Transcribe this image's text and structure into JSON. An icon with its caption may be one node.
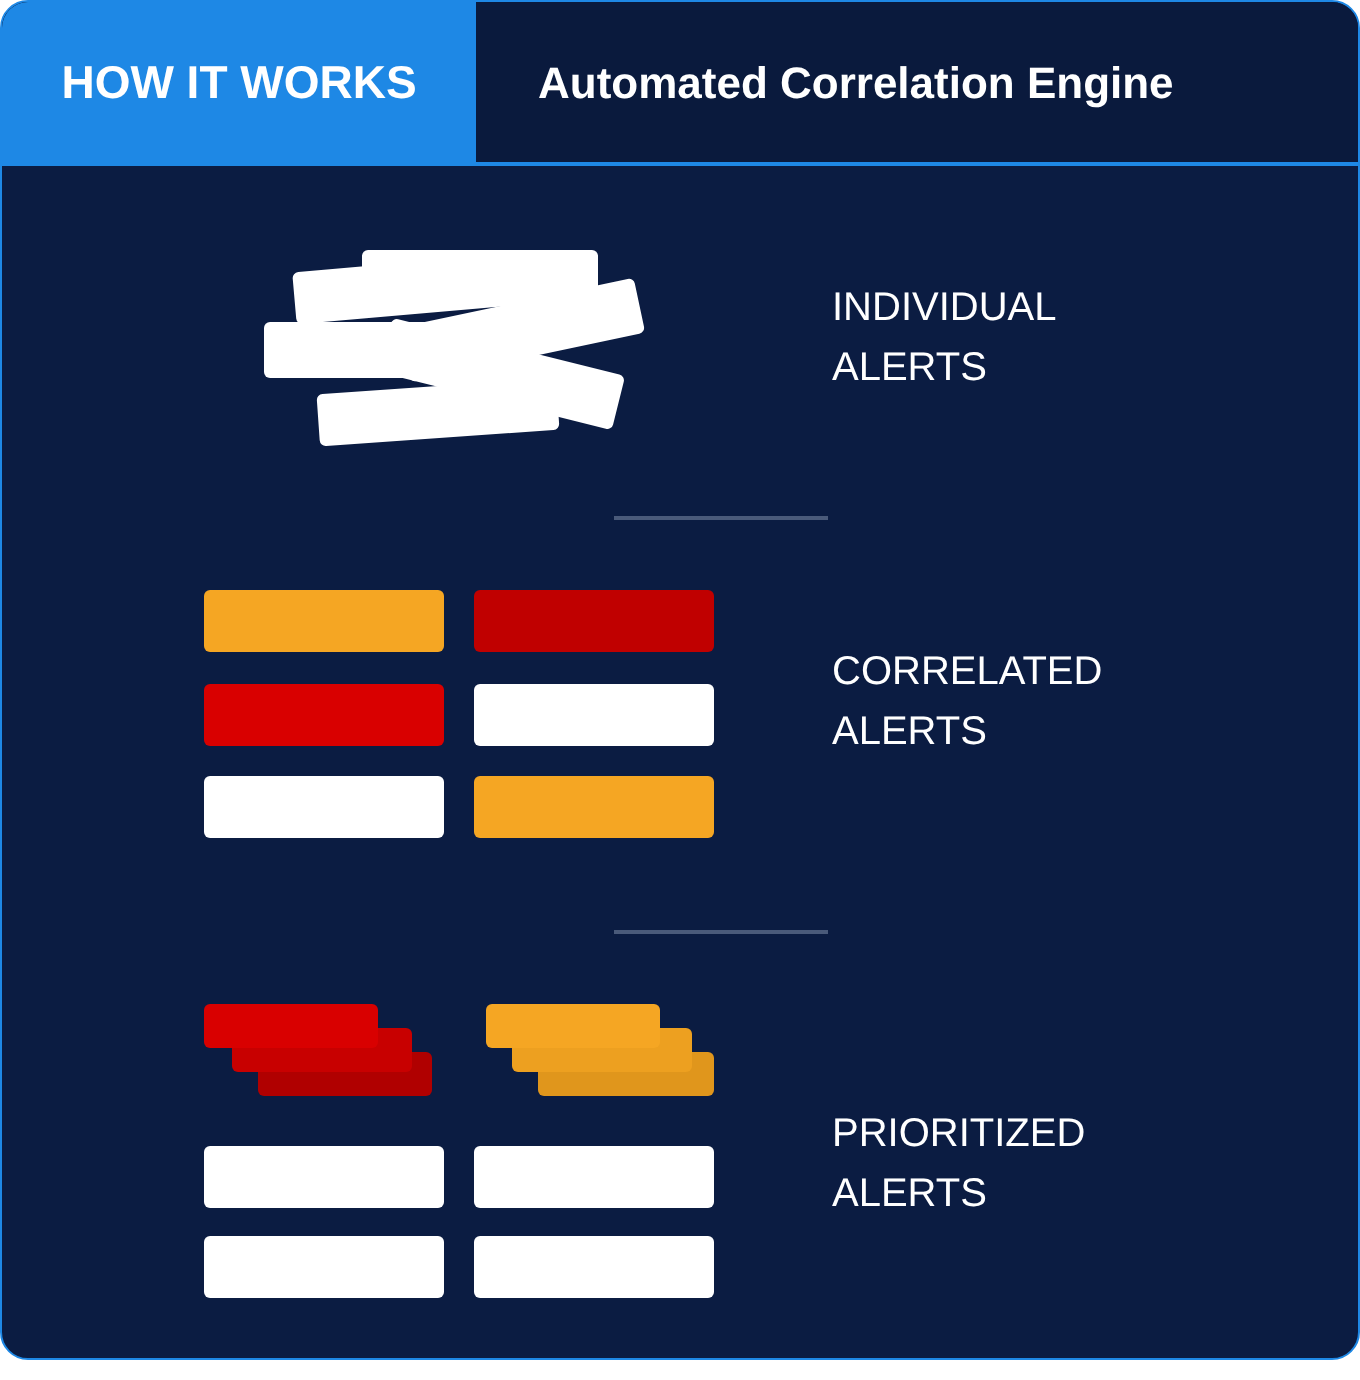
{
  "diagram": {
    "title": "Automated Correlation Engine",
    "labels": [
      "HOW IT WORKS",
      "INDIVIDUAL ALERTS",
      "CORRELATED ALERTS",
      "PRIORITIZED ALERTS"
    ]
  }
}
